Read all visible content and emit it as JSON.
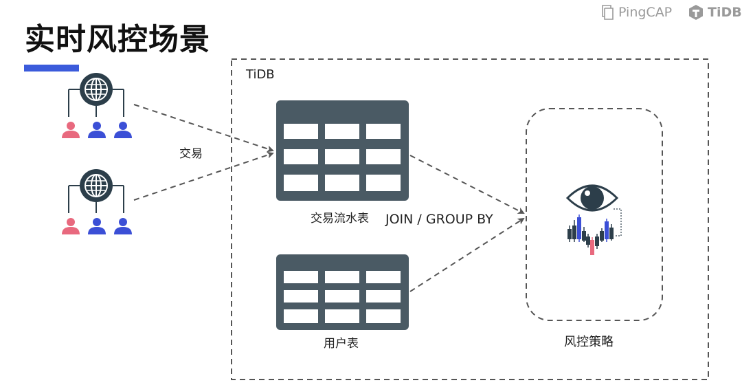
{
  "header": {
    "title": "实时风控场景",
    "brand_pingcap": "PingCAP",
    "brand_tidb": "TiDB"
  },
  "diagram": {
    "container_label": "TiDB",
    "edge_label_trade": "交易",
    "edge_label_join": "JOIN / GROUP BY",
    "table_transactions": "交易流水表",
    "table_users": "用户表",
    "risk_strategy": "风控策略"
  },
  "colors": {
    "accent_blue": "#3b5bdb",
    "table_fill": "#4a5a64",
    "user_pink": "#e8697e",
    "user_blue": "#3b4fd6",
    "dash_gray": "#555555",
    "brand_gray": "#9a9a9a"
  }
}
